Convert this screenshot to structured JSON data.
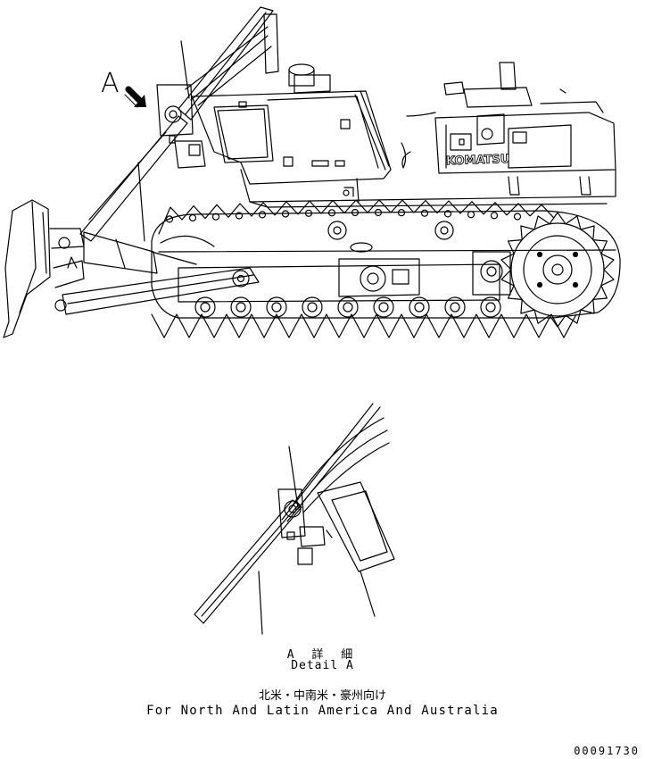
{
  "view_marker": "A",
  "brand_text": "KOMATSU",
  "detail_caption_jp": "A 詳 細",
  "detail_caption_en": "Detail A",
  "region_jp": "北米・中南米・豪州向け",
  "region_en": "For North And Latin America And Australia",
  "drawing_number": "00091730",
  "colors": {
    "line": "#000000",
    "background": "#ffffff"
  }
}
